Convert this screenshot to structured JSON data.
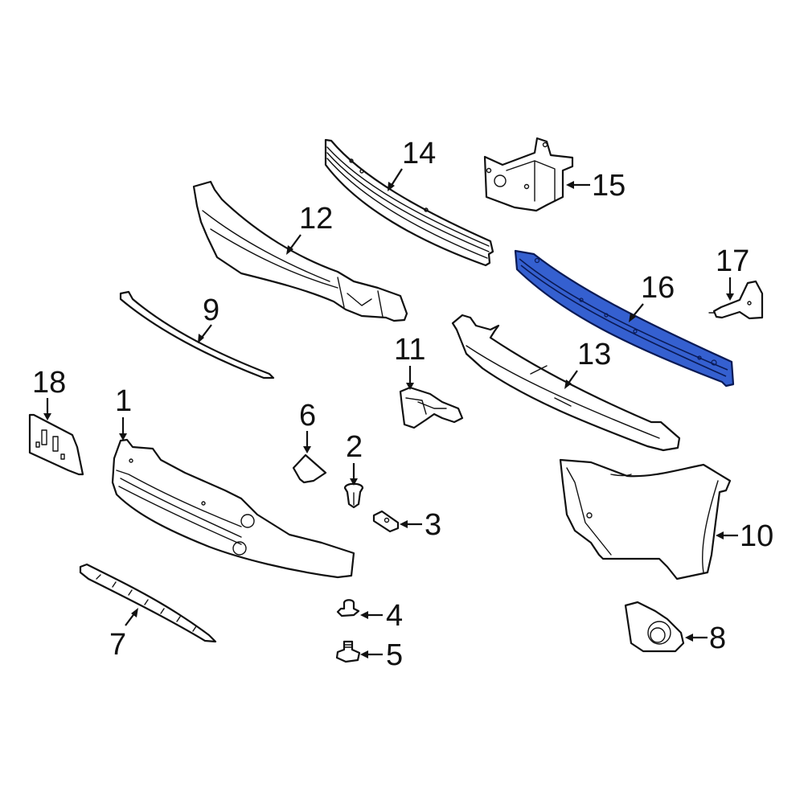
{
  "diagram": {
    "type": "exploded-parts-diagram",
    "subject": "Front bumper assembly",
    "highlight_color": "#3560d0",
    "line_color": "#111111",
    "background": "#ffffff",
    "highlighted_part": "16",
    "callouts": [
      {
        "id": "1",
        "label": "1",
        "part": "bumper-cover"
      },
      {
        "id": "2",
        "label": "2",
        "part": "push-clip"
      },
      {
        "id": "3",
        "label": "3",
        "part": "retainer-nut"
      },
      {
        "id": "4",
        "label": "4",
        "part": "grommet-nut"
      },
      {
        "id": "5",
        "label": "5",
        "part": "flange-bolt"
      },
      {
        "id": "6",
        "label": "6",
        "part": "tow-hook-cover"
      },
      {
        "id": "7",
        "label": "7",
        "part": "lower-molding"
      },
      {
        "id": "8",
        "label": "8",
        "part": "fog-lamp-bezel"
      },
      {
        "id": "9",
        "label": "9",
        "part": "upper-molding-strip"
      },
      {
        "id": "10",
        "label": "10",
        "part": "side-bracket-panel"
      },
      {
        "id": "11",
        "label": "11",
        "part": "side-retainer-bracket"
      },
      {
        "id": "12",
        "label": "12",
        "part": "upper-energy-absorber"
      },
      {
        "id": "13",
        "label": "13",
        "part": "lower-energy-absorber"
      },
      {
        "id": "14",
        "label": "14",
        "part": "upper-reinforcement-bar"
      },
      {
        "id": "15",
        "label": "15",
        "part": "mounting-bracket"
      },
      {
        "id": "16",
        "label": "16",
        "part": "impact-reinforcement-bar"
      },
      {
        "id": "17",
        "label": "17",
        "part": "support-stay"
      },
      {
        "id": "18",
        "label": "18",
        "part": "license-plate-bracket"
      }
    ]
  }
}
